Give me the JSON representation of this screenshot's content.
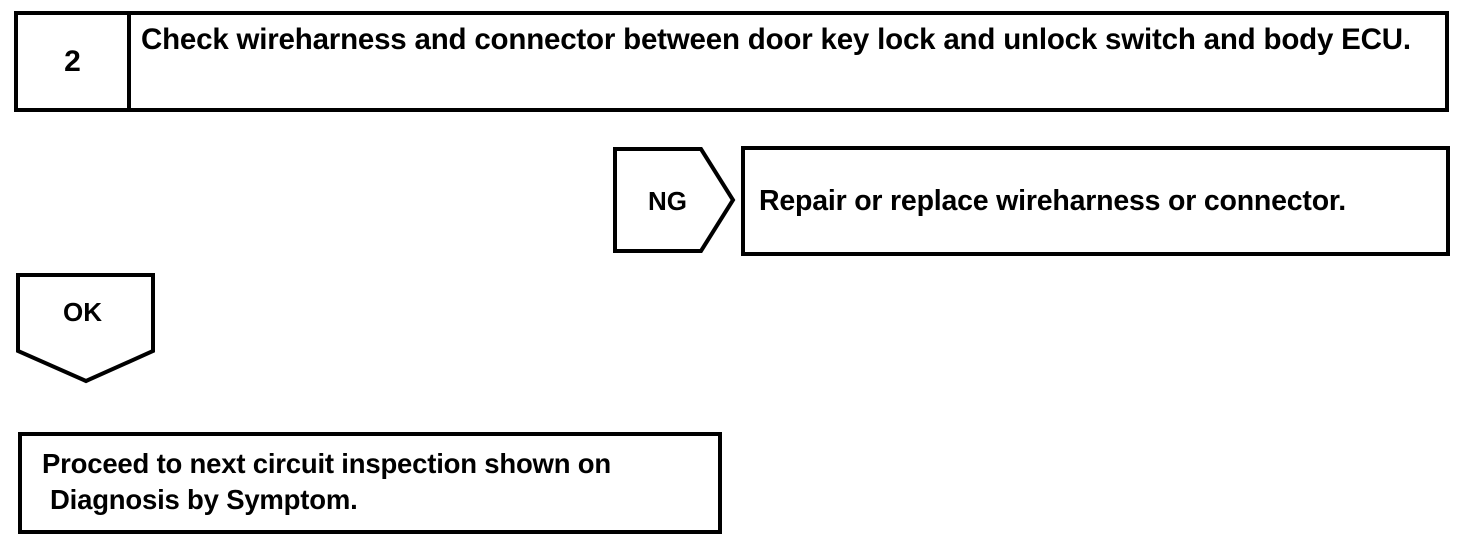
{
  "document": {
    "type": "automotive-diagnostic-flowchart",
    "line_color": "#000000",
    "background_color": "#ffffff"
  },
  "step": {
    "number": "2",
    "instruction": "Check wireharness and connector between door key lock and unlock switch and body ECU."
  },
  "branches": [
    {
      "id": "ng",
      "label": "NG",
      "direction": "right",
      "result_label": "Repair or replace wireharness or connector."
    },
    {
      "id": "ok",
      "label": "OK",
      "direction": "down",
      "result_label": "Proceed to next circuit inspection shown on Diagnosis by Symptom."
    }
  ],
  "results": {
    "ng_action": "Repair or replace wireharness or connector.",
    "ok_action": "Proceed to next circuit inspection shown on Diagnosis by Symptom."
  }
}
